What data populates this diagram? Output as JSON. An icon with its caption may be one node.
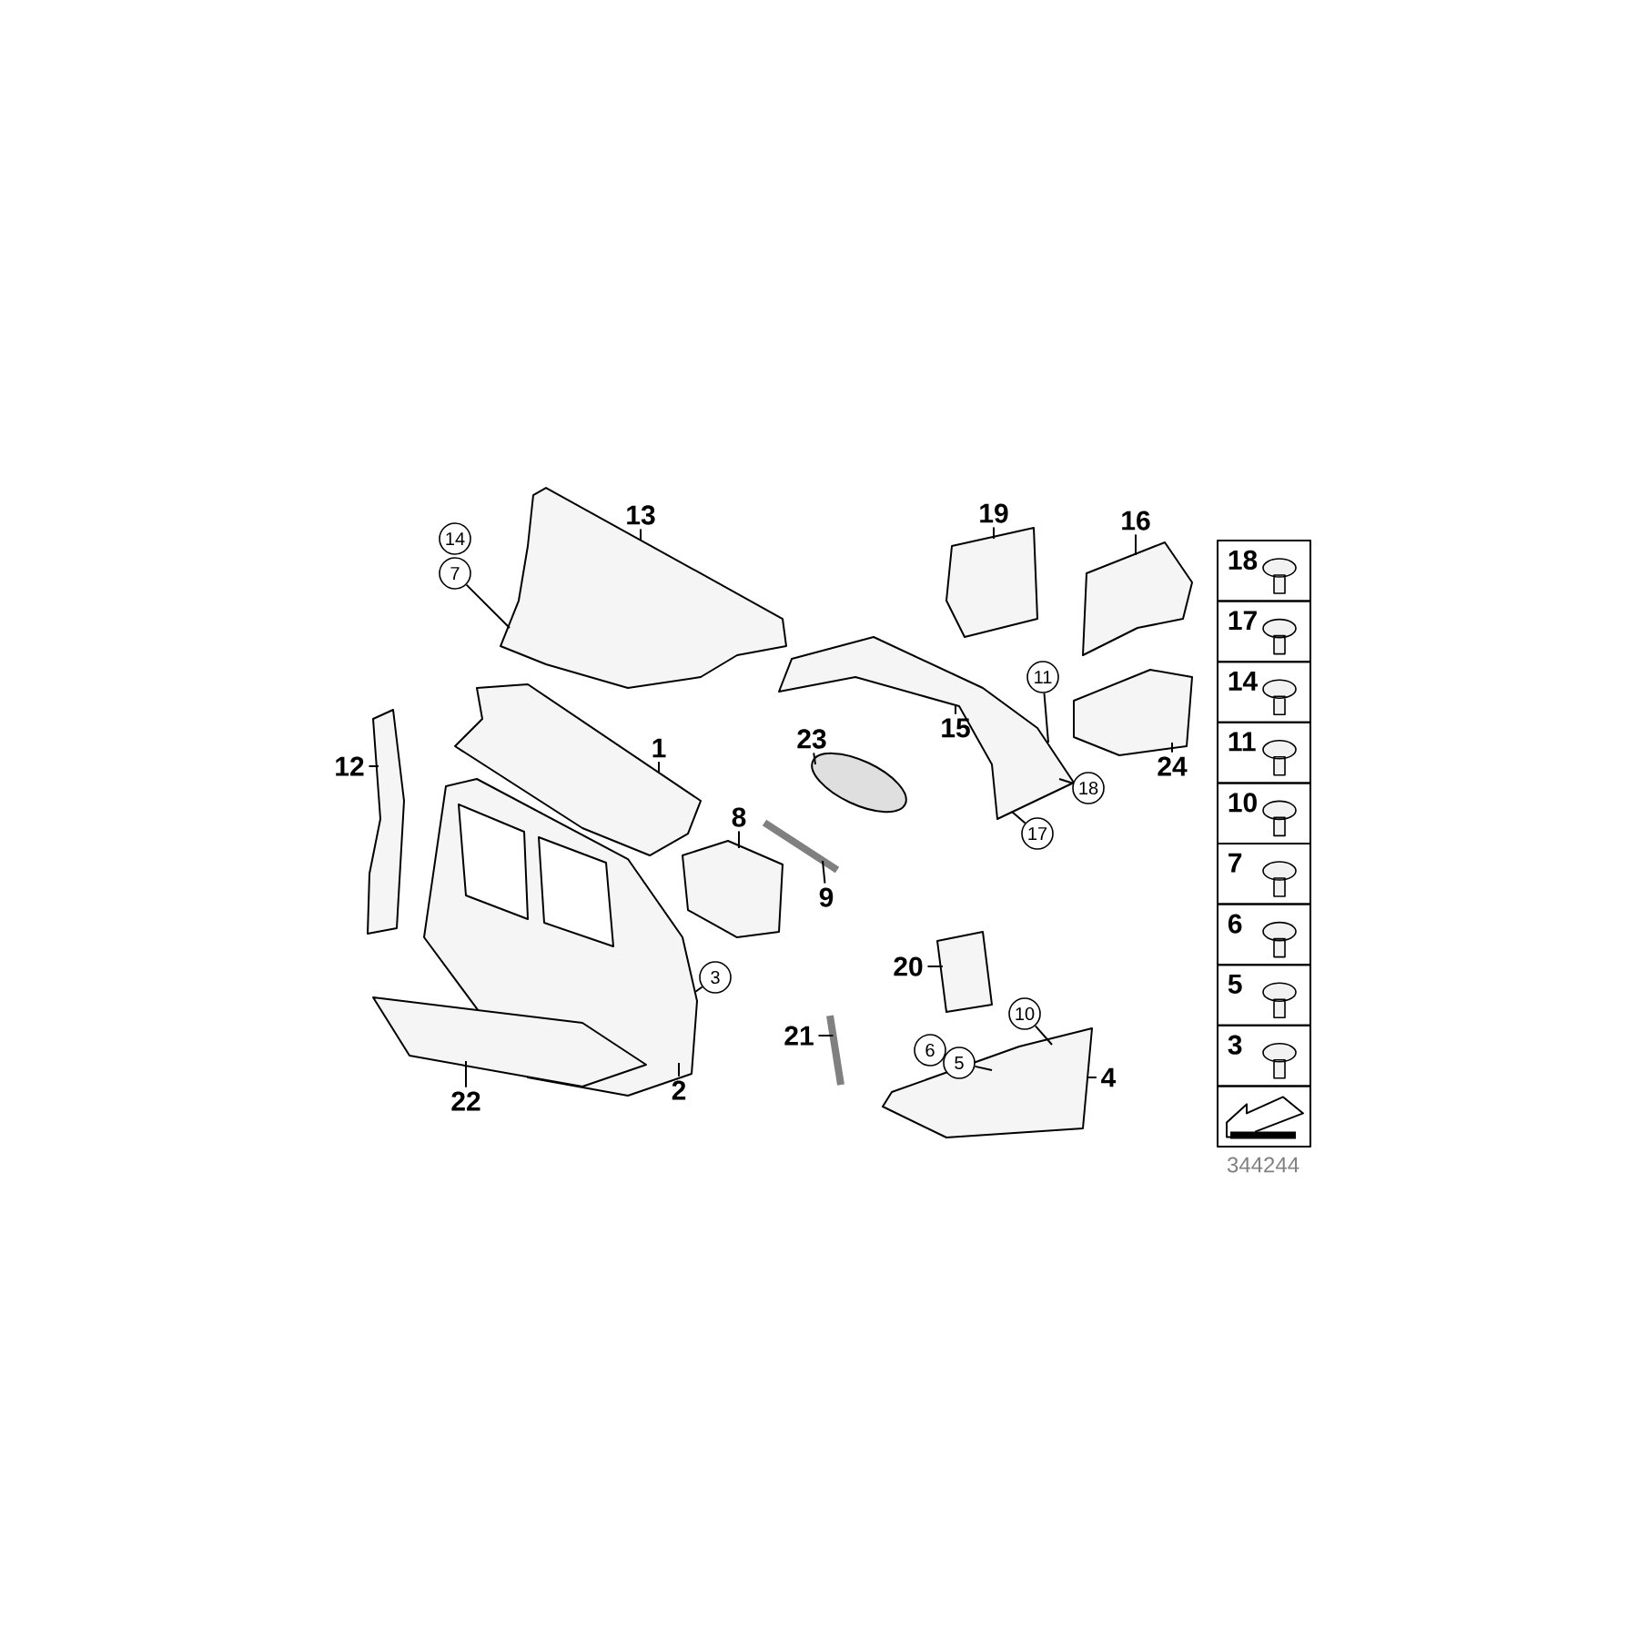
{
  "diagram": {
    "nodes": [
      {
        "text": [
          "13"
        ]
      },
      {
        "text": [
          "7"
        ]
      },
      {
        "text": [
          "12"
        ]
      },
      {
        "text": [
          "1"
        ]
      },
      {
        "text": [
          "23"
        ]
      },
      {
        "text": [
          "8"
        ]
      },
      {
        "text": [
          "9"
        ]
      },
      {
        "text": [
          "3"
        ]
      },
      {
        "text": [
          "22"
        ]
      },
      {
        "text": [
          "2"
        ]
      },
      {
        "text": [
          "21"
        ]
      },
      {
        "text": [
          "20"
        ]
      },
      {
        "text": [
          "5"
        ]
      },
      {
        "text": [
          "10"
        ]
      },
      {
        "text": [
          "4"
        ]
      },
      {
        "text": [
          "19"
        ]
      },
      {
        "text": [
          "16"
        ]
      },
      {
        "text": [
          "15"
        ]
      },
      {
        "text": [
          "11"
        ]
      },
      {
        "text": [
          "24"
        ]
      },
      {
        "text": [
          "18"
        ]
      },
      {
        "text": [
          "17"
        ]
      },
      {
        "text": [],
        "shape": "picture"
      },
      {
        "text": [],
        "shape": "picture"
      },
      {
        "text": [],
        "shape": "picture"
      },
      {
        "text": [],
        "shape": "picture"
      },
      {
        "text": [],
        "shape": "picture"
      },
      {
        "text": [],
        "shape": "picture"
      },
      {
        "text": [],
        "shape": "picture"
      },
      {
        "text": [],
        "shape": "picture"
      },
      {
        "text": [],
        "shape": "picture"
      },
      {
        "text": [],
        "shape": "picture"
      },
      {
        "text": [],
        "shape": "picture"
      },
      {
        "text": [],
        "shape": "picture"
      },
      {
        "text": [],
        "shape": "picture"
      },
      {
        "text": [],
        "shape": "picture"
      },
      {
        "text": [],
        "shape": "picture"
      },
      {
        "text": [
          "14"
        ]
      },
      {
        "text": [
          "6"
        ]
      }
    ],
    "edges": [
      {
        "from": 0,
        "to": 23,
        "arrow": "none"
      },
      {
        "from": 1,
        "to": 23,
        "arrow": "none"
      },
      {
        "from": 2,
        "to": 22,
        "arrow": "none"
      },
      {
        "from": 3,
        "to": 24,
        "arrow": "none"
      },
      {
        "from": 4,
        "to": 28,
        "arrow": "none"
      },
      {
        "from": 5,
        "to": 27,
        "arrow": "none"
      },
      {
        "from": 6,
        "to": 29,
        "arrow": "none"
      },
      {
        "from": 7,
        "to": 25,
        "arrow": "none"
      },
      {
        "from": 8,
        "to": 26,
        "arrow": "none"
      },
      {
        "from": 9,
        "to": 25,
        "arrow": "none"
      },
      {
        "from": 10,
        "to": 30,
        "arrow": "none"
      },
      {
        "from": 11,
        "to": 34,
        "arrow": "none"
      },
      {
        "from": 12,
        "to": 35,
        "arrow": "none"
      },
      {
        "from": 13,
        "to": 35,
        "arrow": "none"
      },
      {
        "from": 14,
        "to": 35,
        "arrow": "none"
      },
      {
        "from": 15,
        "to": 31,
        "arrow": "none"
      },
      {
        "from": 16,
        "to": 32,
        "arrow": "none"
      },
      {
        "from": 17,
        "to": 33,
        "arrow": "none"
      },
      {
        "from": 18,
        "to": 33,
        "arrow": "none"
      },
      {
        "from": 19,
        "to": 36,
        "arrow": "none"
      },
      {
        "from": 20,
        "to": 33,
        "arrow": "none"
      },
      {
        "from": 21,
        "to": 33,
        "arrow": "none"
      }
    ],
    "labels": [
      "18",
      "17",
      "14",
      "11",
      "10",
      "7",
      "6",
      "5",
      "3",
      "344244"
    ]
  }
}
